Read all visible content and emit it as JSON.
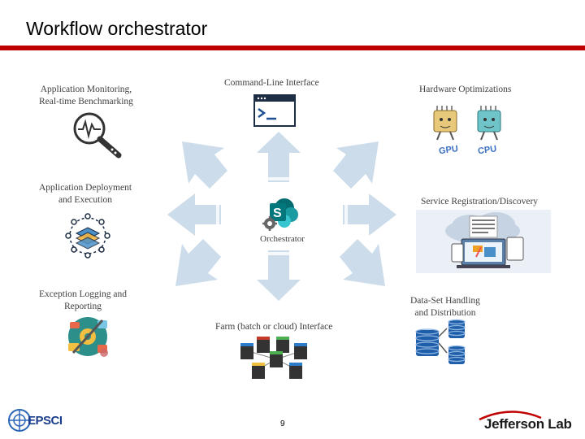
{
  "title": "Workflow orchestrator",
  "nodes": {
    "monitoring": "Application Monitoring,\nReal-time Benchmarking",
    "cli": "Command-Line Interface",
    "hardware": "Hardware Optimizations",
    "deployment": "Application Deployment\nand Execution",
    "service": "Service Registration/Discovery",
    "orchestrator": "Orchestrator",
    "logging": "Exception Logging and\nReporting",
    "dataset": "Data-Set Handling\nand Distribution",
    "farm": "Farm (batch or cloud) Interface"
  },
  "hardware_chips": {
    "left": "GPU",
    "right": "CPU"
  },
  "page_number": "9",
  "logos": {
    "left": "EPSCI",
    "right": "Jefferson Lab"
  },
  "colors": {
    "accent_rule": "#c00000",
    "arrow_fill": "#ccdcea",
    "orchestrator_blue": "#0078d4"
  }
}
